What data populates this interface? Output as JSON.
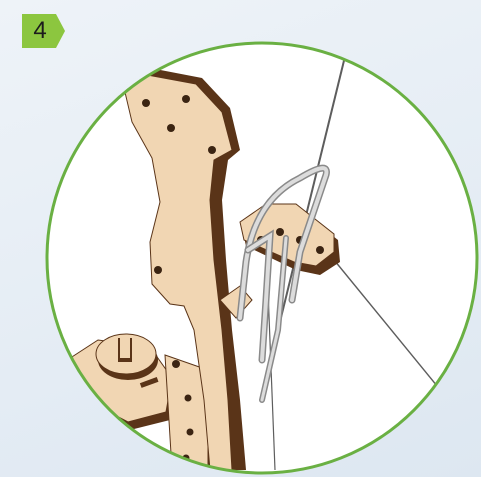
{
  "step": {
    "number": "4",
    "badge_color": "#8cc63f"
  },
  "illustration": {
    "frame_color": "#6ab043",
    "wood_light": "#f1d6b3",
    "wood_edge": "#5a3418",
    "wire_color": "#c7c7c7",
    "parts": [
      "bow-riser",
      "string-guide-bracket",
      "wire-loop",
      "axle-hub",
      "bow-string"
    ]
  }
}
